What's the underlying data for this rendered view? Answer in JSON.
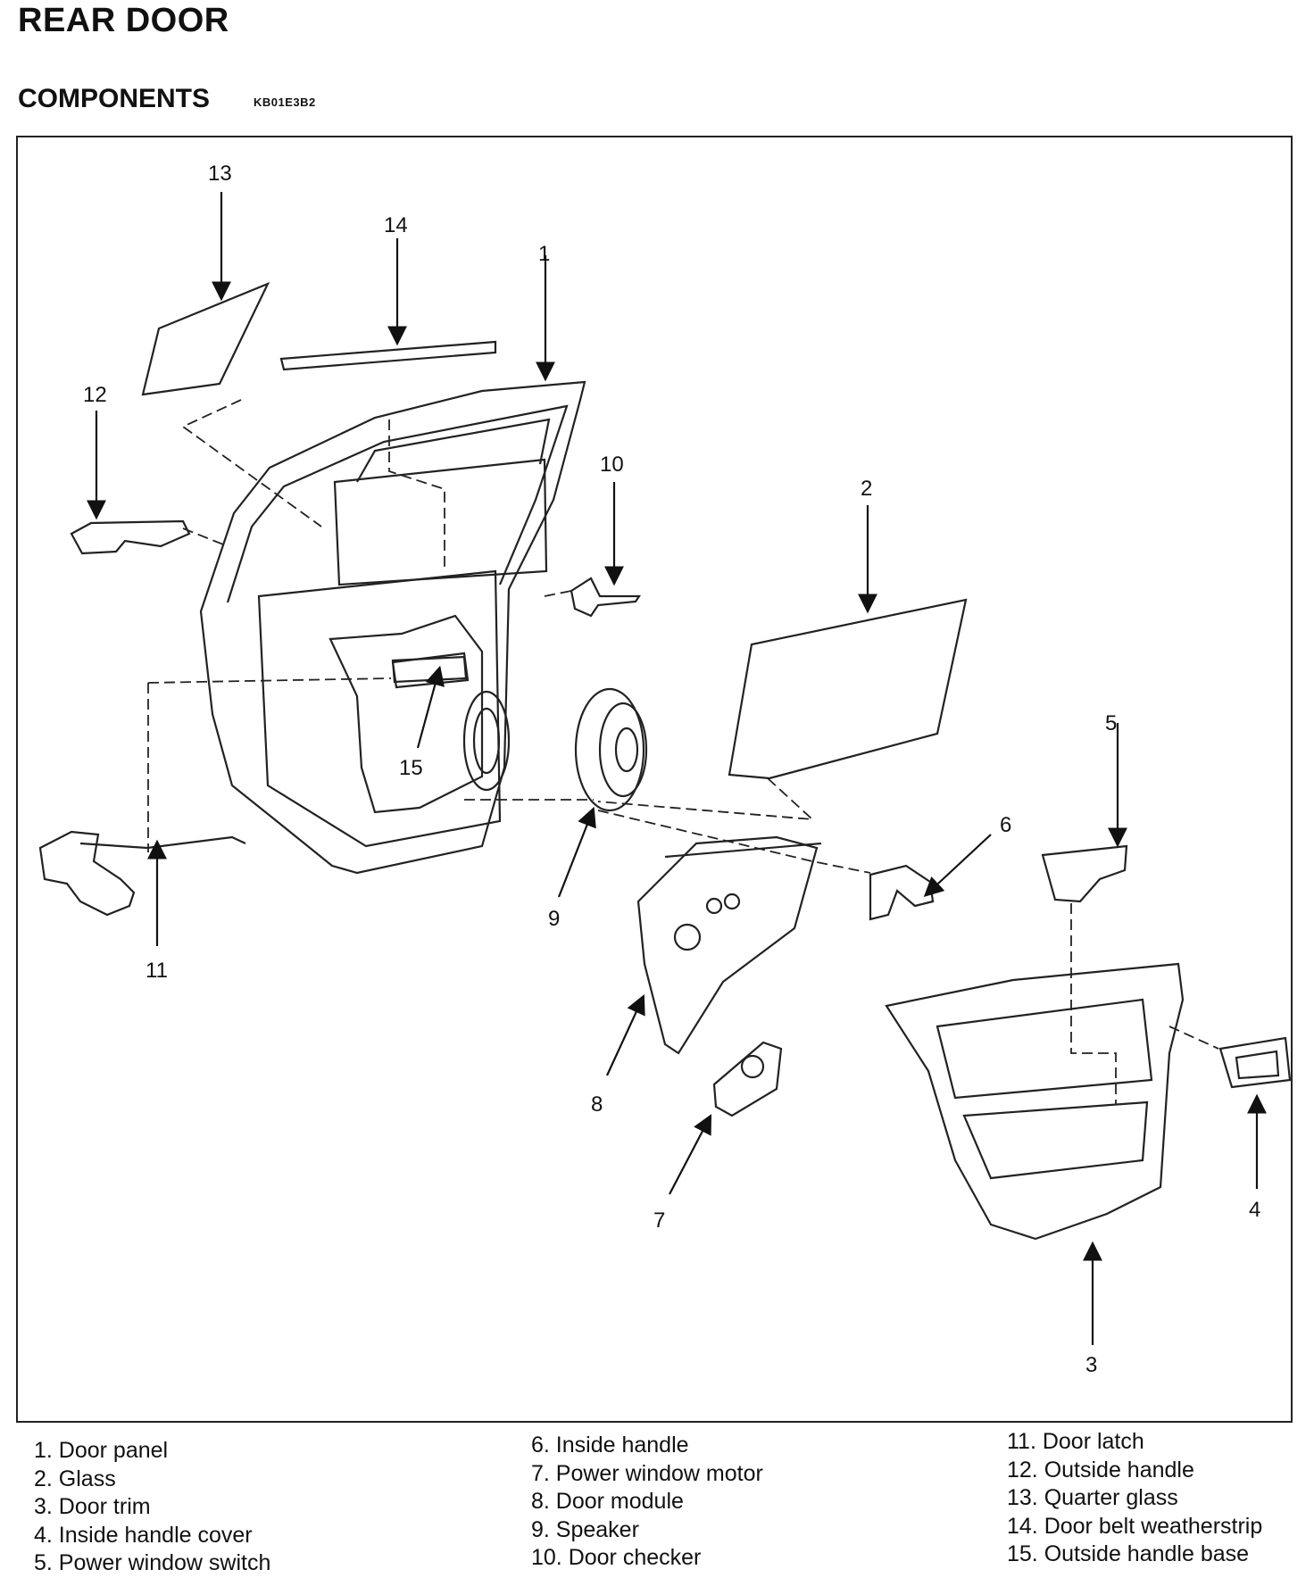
{
  "header": {
    "title": "REAR DOOR",
    "subtitle": "COMPONENTS",
    "code": "KB01E3B2"
  },
  "callouts": [
    "1",
    "2",
    "3",
    "4",
    "5",
    "6",
    "7",
    "8",
    "9",
    "10",
    "11",
    "12",
    "13",
    "14",
    "15"
  ],
  "legend": {
    "col1": [
      "1. Door panel",
      "2. Glass",
      "3. Door trim",
      "4. Inside handle cover",
      "5. Power window switch"
    ],
    "col2": [
      "6. Inside handle",
      "7. Power window motor",
      "8. Door module",
      "9. Speaker",
      "10. Door checker"
    ],
    "col3": [
      "11. Door latch",
      "12. Outside handle",
      "13. Quarter glass",
      "14. Door belt weatherstrip",
      "15. Outside handle base"
    ]
  }
}
